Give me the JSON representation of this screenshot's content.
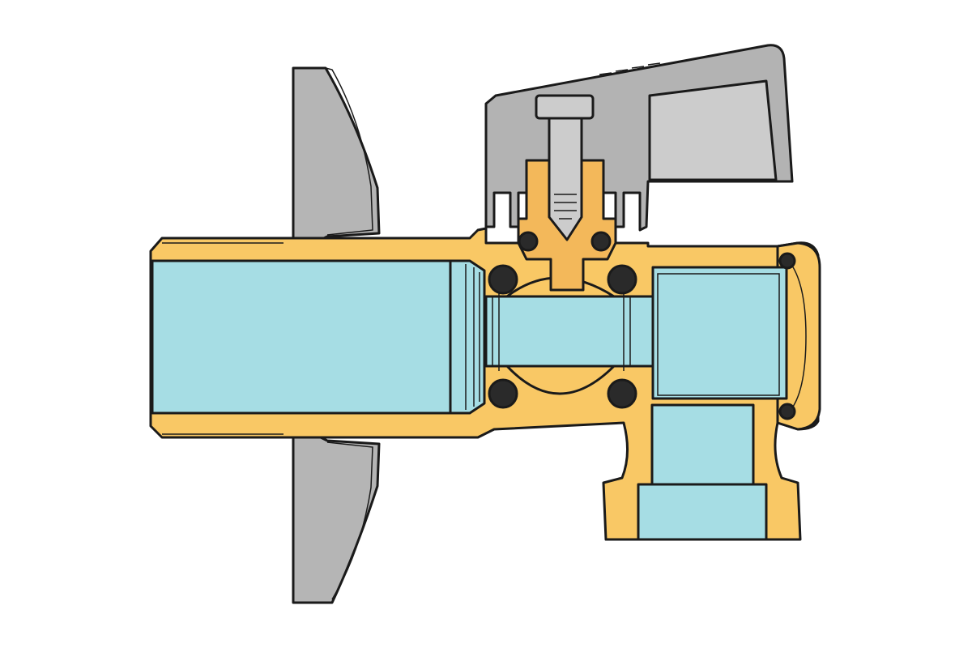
{
  "colors": {
    "brass": "#F9C865",
    "brass_dark": "#F3B85A",
    "water": "#A6DDE4",
    "handle_gray": "#B3B3B3",
    "handle_light": "#CCCCCC",
    "rosette_gray": "#B5B5B5",
    "seal_black": "#2A2A2A",
    "outline": "#1A1A1A"
  },
  "parts": [
    {
      "id": "rosette",
      "icon": "wall-rosette"
    },
    {
      "id": "inlet",
      "icon": "threaded-inlet"
    },
    {
      "id": "ball",
      "icon": "ball-valve"
    },
    {
      "id": "handle",
      "icon": "lever-handle"
    },
    {
      "id": "stem",
      "icon": "valve-stem"
    },
    {
      "id": "filter",
      "icon": "mesh-filter"
    },
    {
      "id": "outlet",
      "icon": "outlet-fitting"
    },
    {
      "id": "seals",
      "icon": "o-ring-seals"
    }
  ]
}
